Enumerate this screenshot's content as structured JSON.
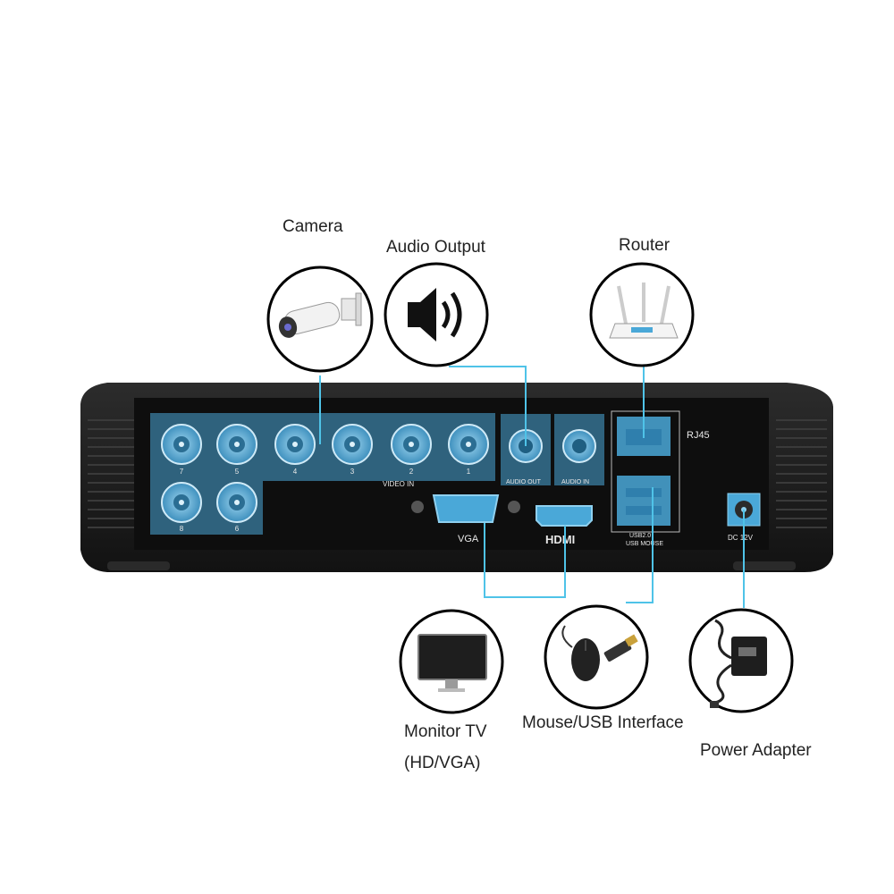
{
  "colors": {
    "connector_line": "#4fc3e8",
    "port_highlight": "#4aa8d8",
    "dvr_body": "#1b1b1b",
    "dvr_panel": "#0f0f0f"
  },
  "captions": {
    "camera": "Camera",
    "audio_output": "Audio Output",
    "router": "Router",
    "monitor_line1": "Monitor TV",
    "monitor_line2": "(HD/VGA)",
    "mouse_usb": "Mouse/USB Interface",
    "power_adapter": "Power Adapter"
  },
  "panel_labels": {
    "video_in": "VIDEO IN",
    "audio_out": "AUDIO OUT",
    "audio_in": "AUDIO IN",
    "rj45": "RJ45",
    "vga": "VGA",
    "hdmi": "HDMI",
    "usb": "USB2.0",
    "usb_mouse": "USB MOUSE",
    "dc": "DC 12V"
  },
  "bnc_numbers": {
    "top": [
      "7",
      "5",
      "4",
      "3",
      "2",
      "1"
    ],
    "bottom": [
      "8",
      "6"
    ]
  },
  "icons": {
    "camera": "bullet-camera-icon",
    "audio": "speaker-icon",
    "router": "wifi-router-icon",
    "monitor": "monitor-icon",
    "mouse": "mouse-usb-icon",
    "power": "power-adapter-icon"
  }
}
